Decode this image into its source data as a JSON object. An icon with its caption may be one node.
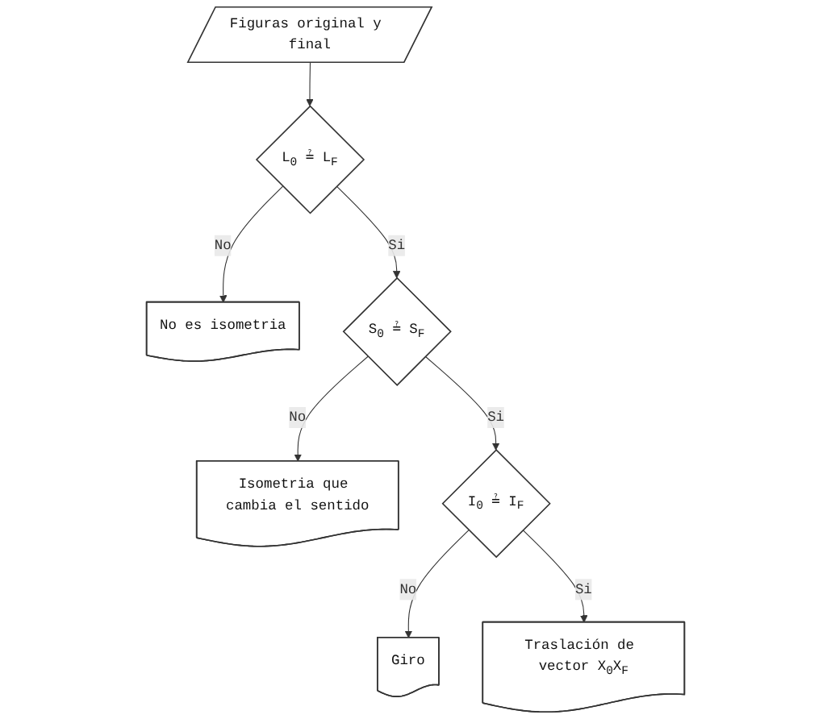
{
  "diagram": {
    "nodes": [
      {
        "text": [
          "Figuras original y final"
        ]
      },
      {
        "text": [
          "L$_{0}$ ≟ L$_{F}$"
        ]
      },
      {
        "text": [
          "No es isometria"
        ]
      },
      {
        "text": [
          "S$_{0}$ ≟ S$_{F}$"
        ]
      },
      {
        "text": [
          "Isometria que cambia el sentido"
        ]
      },
      {
        "text": [
          "I$_{0}$ ≟ I$_{F}$"
        ]
      },
      {
        "text": [
          "Giro"
        ]
      },
      {
        "text": [
          "Traslación de vector X$_{0}$X$_{F}$"
        ]
      }
    ],
    "edges": [
      {
        "from": 0,
        "to": 1,
        "arrow": "to"
      },
      {
        "from": 1,
        "to": 2,
        "arrow": "to",
        "label": "No"
      },
      {
        "from": 1,
        "to": 3,
        "arrow": "to",
        "label": "Si"
      },
      {
        "from": 3,
        "to": 4,
        "arrow": "to",
        "label": "No"
      },
      {
        "from": 3,
        "to": 5,
        "arrow": "to",
        "label": "Si"
      },
      {
        "from": 5,
        "to": 6,
        "arrow": "to",
        "label": "No"
      },
      {
        "from": 5,
        "to": 7,
        "arrow": "to",
        "label": "Si"
      }
    ]
  }
}
